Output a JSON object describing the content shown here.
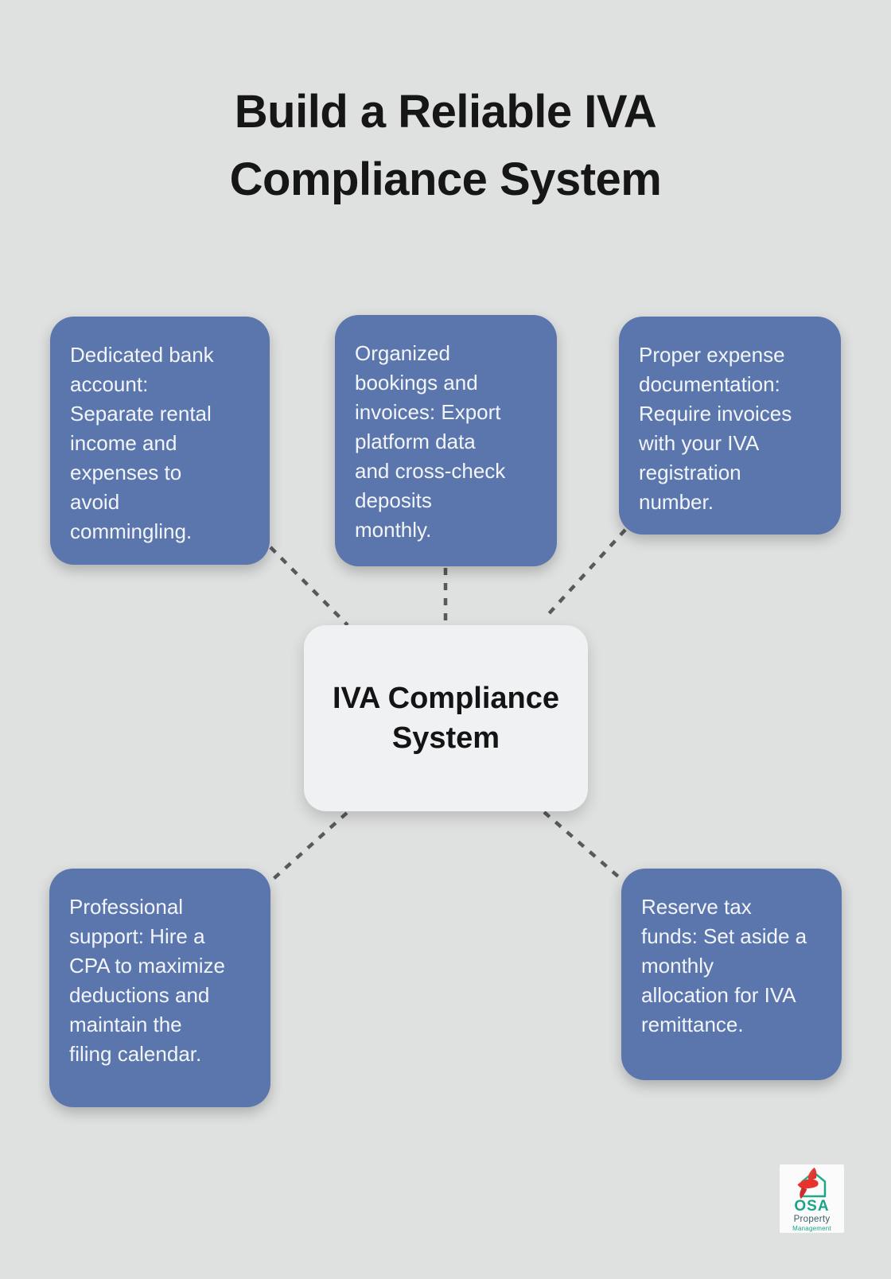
{
  "header": {
    "title": "Build a Reliable IVA\nCompliance System"
  },
  "center_node": {
    "label": "IVA Compliance\nSystem"
  },
  "nodes": [
    {
      "id": "dedicated-bank-account",
      "text": "Dedicated bank\naccount:\nSeparate rental\nincome and\nexpenses to\navoid\ncommingling."
    },
    {
      "id": "organized-bookings-invoices",
      "text": "Organized\nbookings and\ninvoices: Export\nplatform data\nand cross-check\ndeposits\nmonthly."
    },
    {
      "id": "proper-expense-documentation",
      "text": "Proper expense\ndocumentation:\nRequire invoices\nwith your IVA\nregistration\nnumber."
    },
    {
      "id": "professional-support",
      "text": "Professional\nsupport: Hire a\nCPA to maximize\ndeductions and\nmaintain the\nfiling calendar."
    },
    {
      "id": "reserve-tax-funds",
      "text": "Reserve tax\nfunds: Set aside a\nmonthly\nallocation for IVA\nremittance."
    }
  ],
  "logo": {
    "wordmark": "OSA",
    "subtitle": "Property",
    "subtext": "Management"
  },
  "colors": {
    "background": "#dfe0e0",
    "node_fill": "#5b76ad",
    "node_text": "#f2f5f9",
    "center_fill": "#f0f1f3",
    "title_text": "#161616",
    "connector": "#58595b",
    "logo_teal": "#1aa489",
    "logo_green": "#35b37e",
    "logo_red": "#e8322c",
    "logo_dark": "#3d5a6c"
  }
}
